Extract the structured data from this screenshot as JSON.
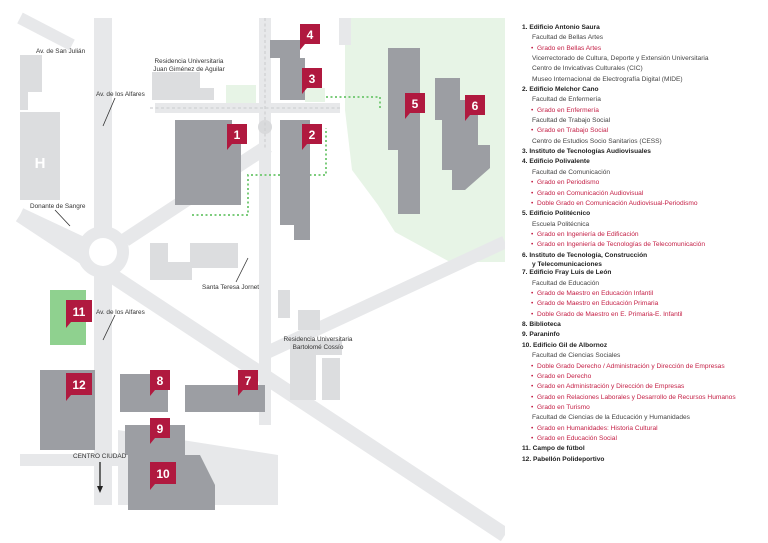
{
  "map": {
    "roads": [
      "Av. de San Julián",
      "Av. de los Alfares",
      "Donante de Sangre",
      "Av. de los Alfares",
      "Santa Teresa Jornet",
      "CENTRO CIUDAD"
    ],
    "residences": [
      {
        "line1": "Residencia Universitaria",
        "line2": "Juan Giménez de Aguilar"
      },
      {
        "line1": "Residencia Universitaria",
        "line2": "Bartolomé Cossío"
      }
    ],
    "hospital_glyph": "H",
    "markers": [
      "1",
      "2",
      "3",
      "4",
      "5",
      "6",
      "7",
      "8",
      "9",
      "10",
      "11",
      "12"
    ],
    "colors": {
      "marker": "#b0193f",
      "building": "#9c9ea3",
      "road": "#e7e8ea",
      "green": "#8fd18f",
      "green_light": "#e7f4e6"
    }
  },
  "legend": [
    {
      "num": "1.",
      "title": "Edificio Antonio Saura",
      "groups": [
        {
          "name": "Facultad de Bellas Artes",
          "programs": [
            "Grado en Bellas Artes"
          ]
        },
        {
          "name": "Vicerrectorado de Cultura, Deporte y Extensión Universitaria",
          "programs": []
        },
        {
          "name": "Centro de Invicativas Culturales (CIC)",
          "programs": []
        },
        {
          "name": "Museo Internacional de Electrografía Digital (MIDE)",
          "programs": []
        }
      ]
    },
    {
      "num": "2.",
      "title": "Edificio Melchor Cano",
      "groups": [
        {
          "name": "Facultad de Enfermería",
          "programs": [
            "Grado en Enfermería"
          ]
        },
        {
          "name": "Facultad de Trabajo Social",
          "programs": [
            "Grado en Trabajo Social"
          ]
        },
        {
          "name": "Centro de Estudios Socio Sanitarios (CESS)",
          "programs": []
        }
      ]
    },
    {
      "num": "3.",
      "title": "Instituto de Tecnologías Audiovisuales",
      "groups": []
    },
    {
      "num": "4.",
      "title": "Edificio Polivalente",
      "groups": [
        {
          "name": "Facultad de Comunicación",
          "programs": [
            "Grado en Periodismo",
            "Grado en Comunicación Audiovisual",
            "Doble Grado en Comunicación Audiovisual-Periodismo"
          ]
        }
      ]
    },
    {
      "num": "5.",
      "title": "Edificio Politécnico",
      "groups": [
        {
          "name": "Escuela Politécnica",
          "programs": [
            "Grado en Ingeniería de Edificación",
            "Grado en Ingeniería de Tecnologías de Telecomunicación"
          ]
        }
      ]
    },
    {
      "num": "6.",
      "title": "Instituto de Tecnología, Construcción",
      "title2": "y Telecomunicaciones",
      "groups": []
    },
    {
      "num": "7.",
      "title": "Edificio Fray Luis de León",
      "groups": [
        {
          "name": "Facultad de Educación",
          "programs": [
            "Grado de Maestro en Educación Infantil",
            "Grado de Maestro en Educación Primaria",
            "Doble Grado de Maestro en E. Primaria-E. Infantil"
          ]
        }
      ]
    },
    {
      "num": "8.",
      "title": "Biblioteca",
      "groups": []
    },
    {
      "num": "9.",
      "title": "Paraninfo",
      "groups": []
    },
    {
      "num": "10.",
      "title": "Edificio Gil de Albornoz",
      "groups": [
        {
          "name": "Facultad de Ciencias Sociales",
          "programs": [
            "Doble Grado Derecho / Administración y Dirección de Empresas",
            "Grado en Derecho",
            "Grado en Administración y Dirección de Empresas",
            "Grado en Relaciones Laborales y Desarrollo de Recursos Humanos",
            "Grado en Turismo"
          ]
        },
        {
          "name": "Facultad de Ciencias de la Educación y Humanidades",
          "programs": [
            "Grado en Humanidades: Historia Cultural",
            "Grado en Educación Social"
          ]
        }
      ]
    },
    {
      "num": "11.",
      "title": "Campo de fútbol",
      "groups": []
    },
    {
      "num": "12.",
      "title": "Pabellón Polideportivo",
      "groups": []
    }
  ]
}
